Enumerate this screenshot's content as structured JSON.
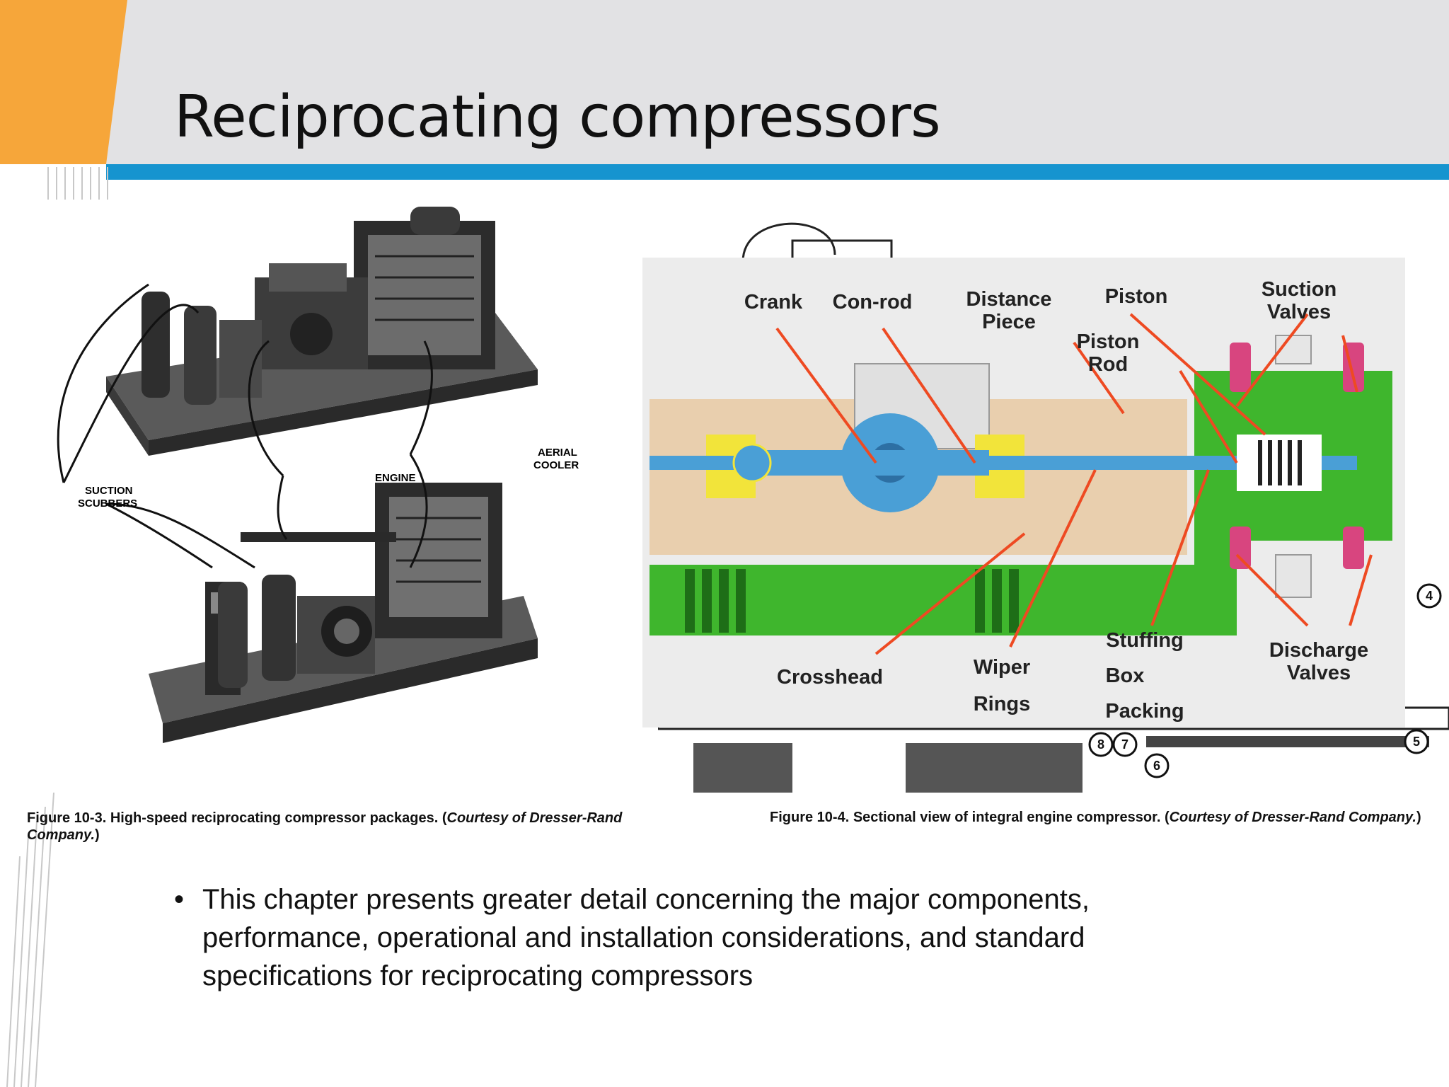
{
  "slide": {
    "title": "Reciprocating compressors",
    "bullet": "This chapter presents greater detail concerning the major components, performance, operational and installation considerations, and standard specifications for reciprocating compressors",
    "bullet_marker": "•"
  },
  "figure_left": {
    "labels": {
      "suction_1": "SUCTION",
      "suction_2": "SCUBBERS",
      "engine": "ENGINE",
      "aerial_1": "AERIAL",
      "aerial_2": "COOLER"
    },
    "caption_main": "Figure 10-3. High-speed reciprocating compressor packages. (",
    "caption_italic": "Courtesy of Dresser-Rand Company.",
    "caption_end": ")"
  },
  "figure_right": {
    "labels": {
      "crank": "Crank",
      "conrod": "Con-rod",
      "distance_1": "Distance",
      "distance_2": "Piece",
      "piston": "Piston",
      "piston_rod_1": "Piston",
      "piston_rod_2": "Rod",
      "suction_1": "Suction",
      "suction_2": "Valves",
      "crosshead": "Crosshead",
      "wiper_1": "Wiper",
      "wiper_2": "Rings",
      "stuffing_1": "Stuffing",
      "stuffing_2": "Box",
      "stuffing_3": "Packing",
      "discharge_1": "Discharge",
      "discharge_2": "Valves"
    },
    "callouts": [
      "4",
      "5",
      "6",
      "7",
      "8"
    ],
    "caption_main": "Figure 10-4. Sectional view of integral engine compressor. (",
    "caption_italic": "Courtesy of Dresser-Rand Company.",
    "caption_end": ")"
  },
  "colors": {
    "accent_orange": "#f6a63a",
    "accent_blue": "#1694cf",
    "header_gray": "#e2e2e4",
    "frame_green": "#3fb62d",
    "body_tan": "#e9cfae",
    "shaft_blue": "#4a9fd6",
    "valve_pink": "#d8457f",
    "arrow_red": "#ee4a22"
  }
}
